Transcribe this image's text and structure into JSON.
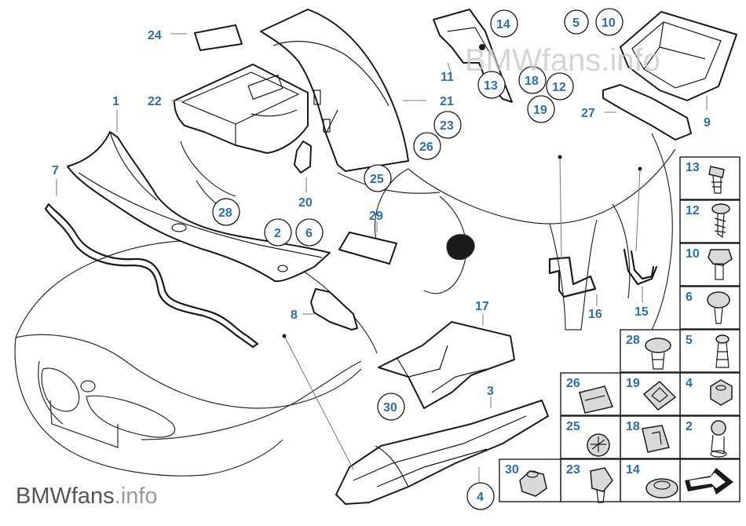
{
  "watermark_top": "BMWfans.info",
  "watermark_bottom": {
    "brand": "BMWfans",
    "suffix": ".info"
  },
  "labels": {
    "p1": "1",
    "p2": "2",
    "p3": "3",
    "p4": "4",
    "p5": "5",
    "p6": "6",
    "p7": "7",
    "p8": "8",
    "p9": "9",
    "p10": "10",
    "p11": "11",
    "p12": "12",
    "p13": "13",
    "p14": "14",
    "p15": "15",
    "p16": "16",
    "p17": "17",
    "p18": "18",
    "p19": "19",
    "p20": "20",
    "p21": "21",
    "p22": "22",
    "p23": "23",
    "p24": "24",
    "p25": "25",
    "p26": "26",
    "p27": "27",
    "p28": "28",
    "p29": "29",
    "p30": "30"
  },
  "legend": {
    "c13": "13",
    "c12": "12",
    "c10": "10",
    "c6": "6",
    "c28": "28",
    "c5": "5",
    "c26": "26",
    "c19": "19",
    "c4": "4",
    "c25": "25",
    "c18": "18",
    "c2": "2",
    "c30": "30",
    "c23": "23",
    "c14": "14"
  }
}
